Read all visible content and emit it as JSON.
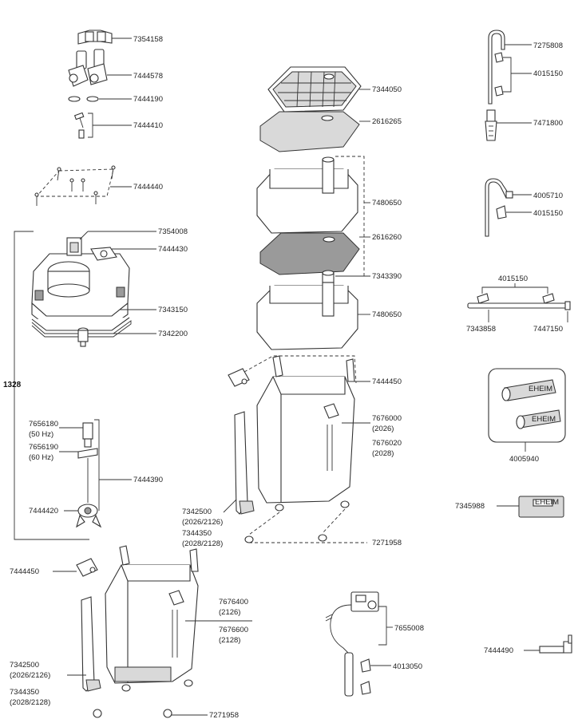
{
  "labels": {
    "p7354158": "7354158",
    "p7444578": "7444578",
    "p7444190": "7444190",
    "p7444410": "7444410",
    "p7444440": "7444440",
    "p7354008": "7354008",
    "p7444430": "7444430",
    "p7343150": "7343150",
    "p7342200": "7342200",
    "p1328": "1328",
    "p7656180": "7656180",
    "p7656180_note": "(50 Hz)",
    "p7656190": "7656190",
    "p7656190_note": "(60 Hz)",
    "p7444390": "7444390",
    "p7444420": "7444420",
    "p7344050": "7344050",
    "p2616265": "2616265",
    "p7480650a": "7480650",
    "p2616260": "2616260",
    "p7343390": "7343390",
    "p7480650b": "7480650",
    "p7444450a": "7444450",
    "p7676000": "7676000",
    "p7676000_note": "(2026)",
    "p7676020": "7676020",
    "p7676020_note": "(2028)",
    "p7342500a": "7342500",
    "p7342500a_note": "(2026/2126)",
    "p7344350a": "7344350",
    "p7344350a_note": "(2028/2128)",
    "p7271958a": "7271958",
    "p7275808": "7275808",
    "p4015150a": "4015150",
    "p7471800": "7471800",
    "p4005710": "4005710",
    "p4015150b": "4015150",
    "p4015150c": "4015150",
    "p7343858": "7343858",
    "p7447150": "7447150",
    "p4005940": "4005940",
    "p7345988": "7345988",
    "p7444450b": "7444450",
    "p7676400": "7676400",
    "p7676400_note": "(2126)",
    "p7676600": "7676600",
    "p7676600_note": "(2128)",
    "p7342500b": "7342500",
    "p7342500b_note": "(2026/2126)",
    "p7344350b": "7344350",
    "p7344350b_note": "(2028/2128)",
    "p7271958b": "7271958",
    "p7655008": "7655008",
    "p4013050": "4013050",
    "p7444490": "7444490",
    "hose_brand": "EHEIM"
  }
}
